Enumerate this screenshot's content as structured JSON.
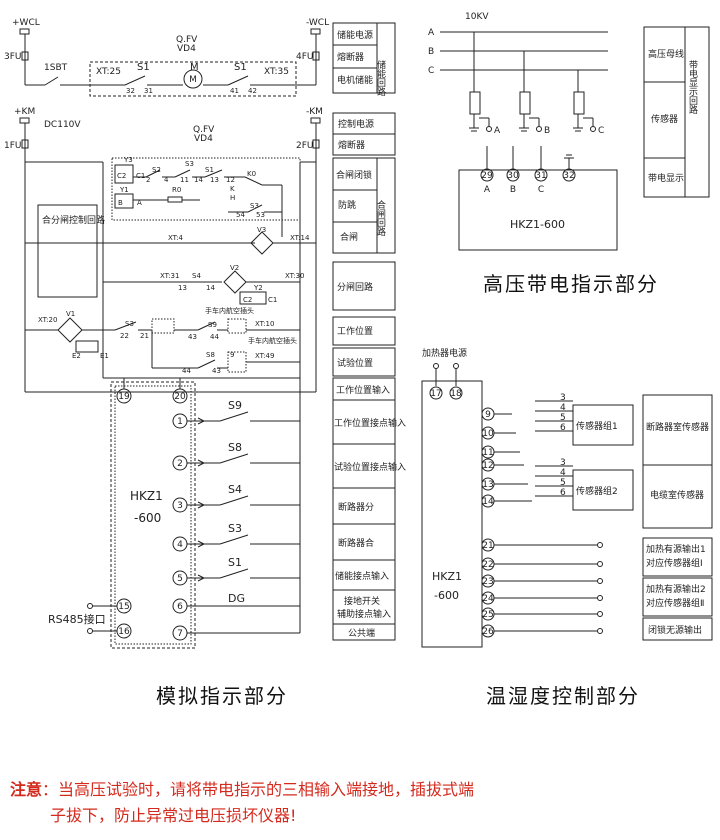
{
  "captions": {
    "analog": "模拟指示部分",
    "hv": "高压带电指示部分",
    "th": "温湿度控制部分"
  },
  "note": {
    "label": "注意",
    "line1": "：当高压试验时，请将带电指示的三相输入端接地，插拔式端",
    "line2": "子拔下，防止异常过电压损坏仪器!"
  },
  "analog_top": {
    "bus_plus_wcl": "+WCL",
    "bus_minus_wcl": "-WCL",
    "fu3": "3FU",
    "fu4": "4FU",
    "sbt": "1SBT",
    "xt25": "XT:25",
    "xt35": "XT:35",
    "s1a": "S1",
    "s1b": "S1",
    "m": "M",
    "qfv": "Q.FV",
    "vd4": "VD4",
    "t32": "32",
    "t31": "31",
    "t41": "41",
    "t42": "42",
    "bus_plus_km": "+KM",
    "bus_minus_km": "-KM",
    "dc": "DC110V",
    "fu1": "1FU",
    "fu2": "2FU",
    "qfv2": "Q.FV",
    "vd42": "VD4"
  },
  "analog_ctrl": {
    "box_label": "合分闸控制回路",
    "y3": "Y3",
    "c2": "C2",
    "c1": "C1",
    "s2": "S2",
    "s3a": "S3",
    "s1": "S1",
    "k0": "K0",
    "t2": "2",
    "t4": "4",
    "t11": "11",
    "t14": "14",
    "t13": "13",
    "t12": "12",
    "r0": "R0",
    "y1": "Y1",
    "b": "B",
    "a": "A",
    "k": "K",
    "h": "H",
    "s3b": "S3",
    "s4": "S4",
    "t53": "53",
    "t54": "54",
    "xt4": "XT:4",
    "xt14": "XT:14",
    "v3": "V3",
    "xt31": "XT:31",
    "xt30": "XT:30",
    "s4b": "S4",
    "t13b": "13",
    "t14b": "14",
    "v2": "V2",
    "y2": "Y2",
    "c2b": "C2",
    "c1b": "C1",
    "hand1": "手车内航空插头",
    "hand2": "手车内航空插头",
    "xt20": "XT:20",
    "v1": "V1",
    "e2": "E2",
    "e1": "E1",
    "s3c": "S3",
    "t22": "22",
    "t21": "21",
    "s9": "S9",
    "t43": "43",
    "t44": "44",
    "xt10": "XT:10",
    "s8": "S8",
    "t9": "9",
    "t44b": "44",
    "t43b": "43",
    "xt49": "XT:49"
  },
  "analog_table": [
    {
      "rows": [
        "储能电源",
        "熔断器",
        "电机储能"
      ],
      "side": "储能回路"
    },
    {
      "rows": [
        "控制电源",
        "熔断器"
      ]
    },
    {
      "rows": [
        "合闸闭锁",
        "防跳",
        "合闸"
      ],
      "side": "合闸回路"
    },
    {
      "rows": [
        "分闸回路"
      ]
    },
    {
      "rows": [
        "工作位置"
      ]
    },
    {
      "rows": [
        "试验位置"
      ]
    },
    {
      "rows": [
        "工作位置输入",
        "工作位置接点输入",
        "试验位置接点输入",
        "断路器分",
        "断路器合",
        "储能接点输入"
      ]
    },
    {
      "rows": [
        "接地开关",
        "辅助接点输入"
      ]
    },
    {
      "rows": [
        "公共端"
      ]
    }
  ],
  "analog_hkz": {
    "name1": "HKZ1",
    "name2": "-600",
    "t19": "19",
    "t20": "20",
    "inputs": [
      {
        "num": "1",
        "sw": "S9"
      },
      {
        "num": "2",
        "sw": "S8"
      },
      {
        "num": "3",
        "sw": "S4"
      },
      {
        "num": "4",
        "sw": "S3"
      },
      {
        "num": "5",
        "sw": "S1"
      },
      {
        "num": "6",
        "sw": "DG"
      },
      {
        "num": "7",
        "sw": ""
      }
    ],
    "rs485": "RS485接口",
    "t15": "15",
    "t16": "16"
  },
  "hv": {
    "kv": "10KV",
    "phases": [
      "A",
      "B",
      "C"
    ],
    "terms": [
      "29",
      "30",
      "31",
      "32"
    ],
    "term_letters": [
      "A",
      "B",
      "C"
    ],
    "pt_letters": [
      "A",
      "B",
      "C"
    ],
    "box": "HKZ1-600",
    "side": {
      "bus": "高压母线",
      "sensor": "传感器",
      "disp": "带电显示",
      "loop": "带电显示回路"
    }
  },
  "th": {
    "heater": "加热器电源",
    "t17": "17",
    "t18": "18",
    "box1": "HKZ1",
    "box2": "-600",
    "terms_upper": [
      "9",
      "10",
      "11",
      "12",
      "13",
      "14"
    ],
    "terms_lower": [
      "21",
      "22",
      "23",
      "24",
      "25",
      "26"
    ],
    "sens1": "传感器组1",
    "sens2": "传感器组2",
    "pins": [
      "3",
      "4",
      "5",
      "6"
    ],
    "table": [
      "断路器室传感器",
      "电缆室传感器",
      "加热有源输出1",
      "对应传感器组Ⅰ",
      "加热有源输出2",
      "对应传感器组Ⅱ",
      "闭锁无源输出"
    ]
  },
  "colors": {
    "note": "#d42a1e",
    "line": "#222222"
  }
}
